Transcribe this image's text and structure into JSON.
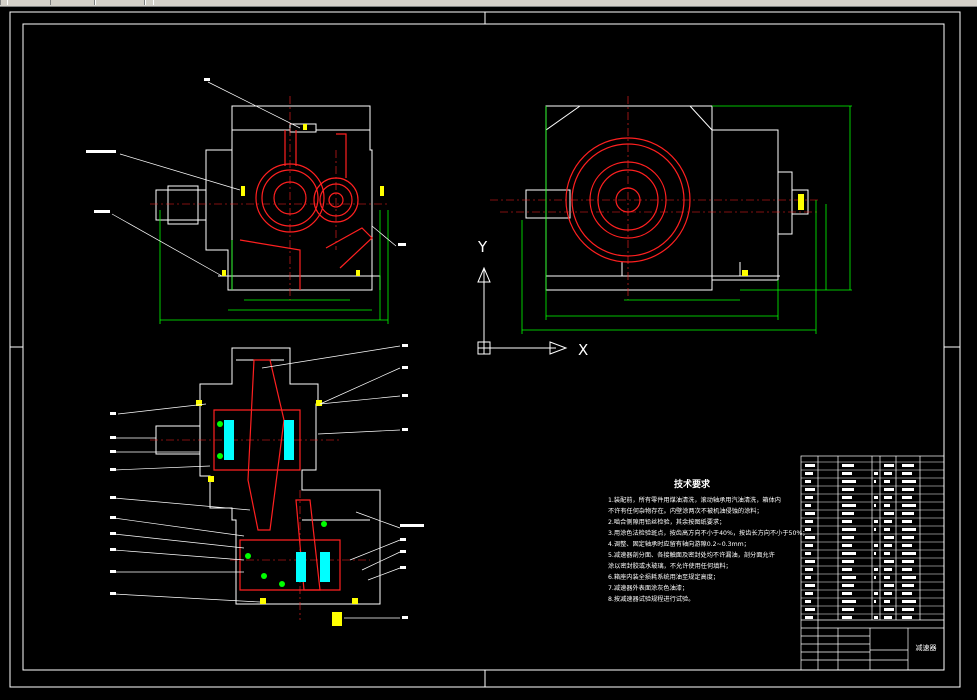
{
  "window": {
    "tabs": [
      "",
      "",
      "",
      "",
      ""
    ]
  },
  "axes": {
    "x_label": "X",
    "y_label": "Y"
  },
  "technical_notes": {
    "title": "技术要求",
    "lines": [
      "1.装配前，所有零件用煤油清洗，滚动轴承用汽油清洗，箱体内",
      "  不许有任何杂物存在。内壁涂两次不被机油侵蚀的涂料；",
      "2.啮合侧隙用铅丝检验，其余按图纸要求；",
      "3.用涂色法检验斑点，按齿高方向不小于40%，按齿长方向不小于50%；",
      "4.调整、固定轴承时应留有轴向游隙0.2~0.3mm；",
      "5.减速器剖分面、各接触面及密封处均不许漏油，剖分面允许",
      "  涂以密封胶或水玻璃，不允许使用任何填料；",
      "6.箱座内装全损耗系统用油至规定高度；",
      "7.减速器外表面涂灰色油漆；",
      "8.按减速器试验规程进行试验。"
    ]
  },
  "title_block": {
    "drawing_name": "减速器"
  },
  "colors": {
    "background": "#000000",
    "white_lines": "#ffffff",
    "red_lines": "#ff2020",
    "green_lines": "#00ff00",
    "cyan_lines": "#00ffff",
    "yellow_lines": "#ffff00"
  }
}
